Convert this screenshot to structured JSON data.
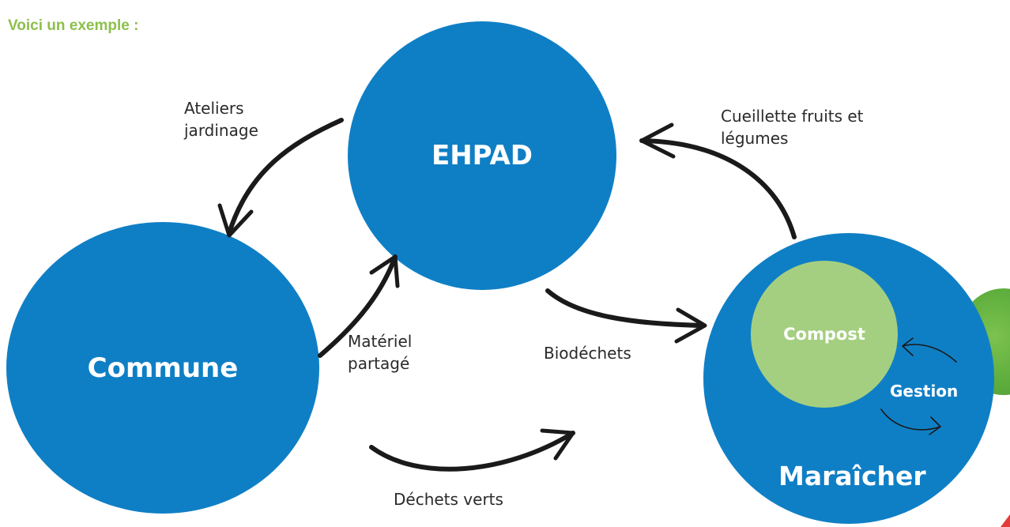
{
  "intro": "Voici un exemple :",
  "nodes": {
    "ehpad": "EHPAD",
    "commune": "Commune",
    "maraicher": "Maraîcher",
    "compost": "Compost",
    "gestion": "Gestion"
  },
  "edges": {
    "ateliers_line1": "Ateliers",
    "ateliers_line2": "jardinage",
    "cueillette_line1": "Cueillette fruits et",
    "cueillette_line2": "légumes",
    "materiel_line1": "Matériel",
    "materiel_line2": "partagé",
    "biodechets": "Biodéchets",
    "dechets_verts": "Déchets verts"
  },
  "colors": {
    "node_blue": "#0f7fc5",
    "compost_green": "#a5cf80",
    "intro_green": "#8cc04a",
    "arrow": "#1a1a1a"
  }
}
